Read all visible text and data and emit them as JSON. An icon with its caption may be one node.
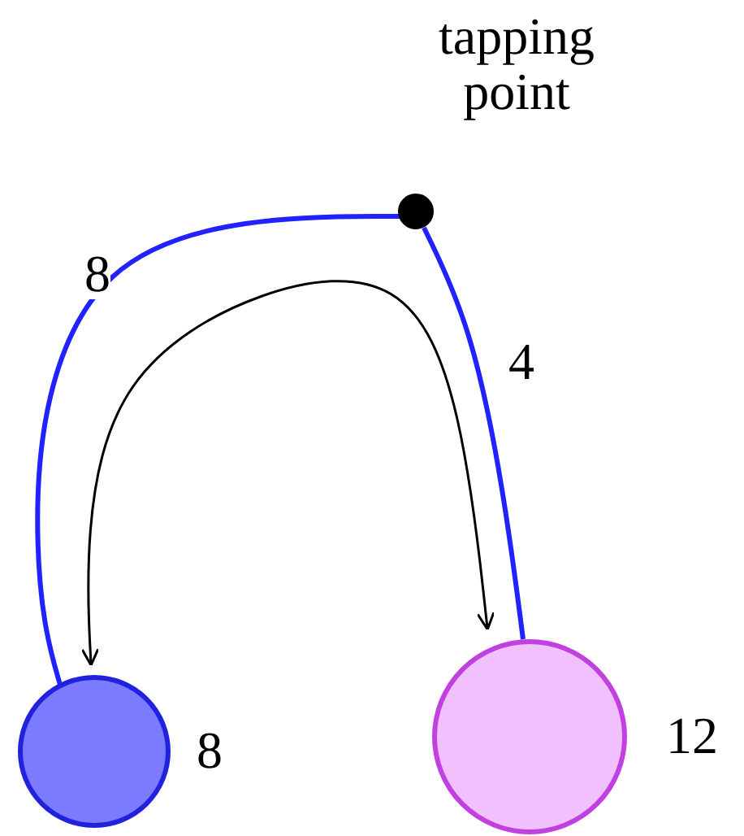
{
  "diagram": {
    "nodes": [
      {
        "text": [],
        "shape": "circle",
        "beside": [
          "tapping point"
        ]
      },
      {
        "text": [],
        "shape": "circle",
        "beside": [
          "8"
        ]
      },
      {
        "text": [],
        "shape": "circle",
        "beside": [
          "12"
        ]
      }
    ],
    "edges": [
      {
        "from": 0,
        "to": 1,
        "arrow": "none",
        "label": "8"
      },
      {
        "from": 0,
        "to": 2,
        "arrow": "none",
        "label": "4"
      },
      {
        "from": 1,
        "to": 2,
        "arrow": "both",
        "color": "#000000"
      }
    ]
  }
}
